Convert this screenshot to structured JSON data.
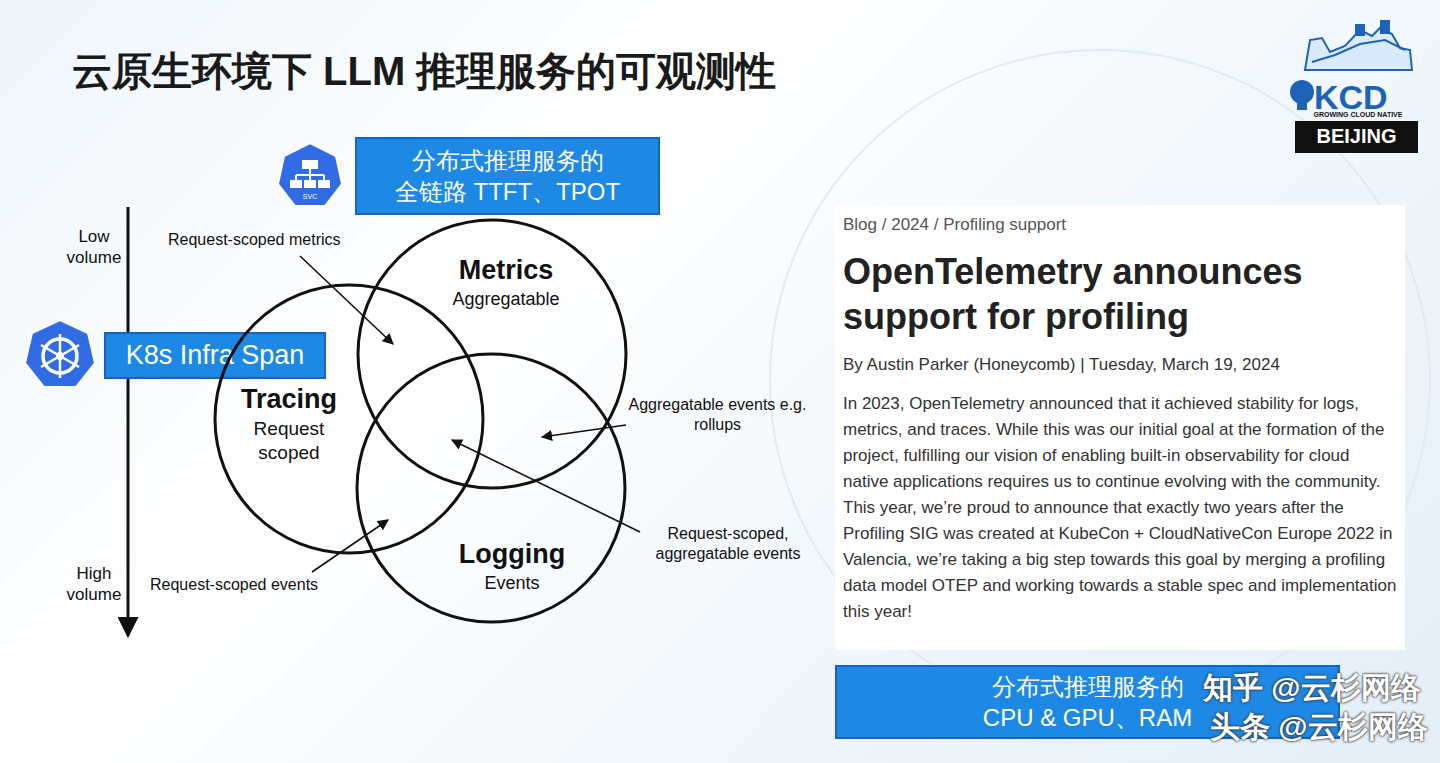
{
  "diagram": {
    "title": "云原生环境下 LLM 推理服务的可观测性",
    "nodes": [
      {
        "text": [
          "分布式推理服务的 全链路 TTFT、TPOT"
        ]
      },
      {
        "text": [
          "K8s Infra Span"
        ]
      },
      {
        "text": [
          "Metrics",
          "Aggregatable"
        ]
      },
      {
        "text": [
          "Tracing",
          "Request scoped"
        ]
      },
      {
        "text": [
          "Logging",
          "Events"
        ]
      },
      {
        "text": [
          "Blog / 2024 / Profiling support",
          "OpenTelemetry announces support for profiling",
          "By Austin Parker (Honeycomb) | Tuesday, March 19, 2024",
          "In 2023, OpenTelemetry announced that it achieved stability for logs, metrics, and traces. While this was our initial goal at the formation of the project, fulfilling our vision of enabling built-in observability for cloud native applications requires us to continue evolving with the community. This year, we’re proud to announce that exactly two years after the Profiling SIG was created at KubeCon + CloudNativeCon Europe 2022 in Valencia, we’re taking a big step towards this goal by merging a profiling data model OTEP and working towards a stable spec and implementation this year!"
        ]
      },
      {
        "text": [
          "分布式推理服务的 CPU & GPU、RAM"
        ]
      }
    ],
    "labels": [
      "Low volume",
      "High volume",
      "Request-scoped metrics",
      "Aggregatable events e.g. rollups",
      "Request-scoped, aggregatable events",
      "Request-scoped events",
      "SVC",
      "KCD",
      "GROWING CLOUD NATIVE TOGETHER",
      "BEIJING",
      "知乎 @云杉网络",
      "头条 @云杉网络"
    ]
  }
}
